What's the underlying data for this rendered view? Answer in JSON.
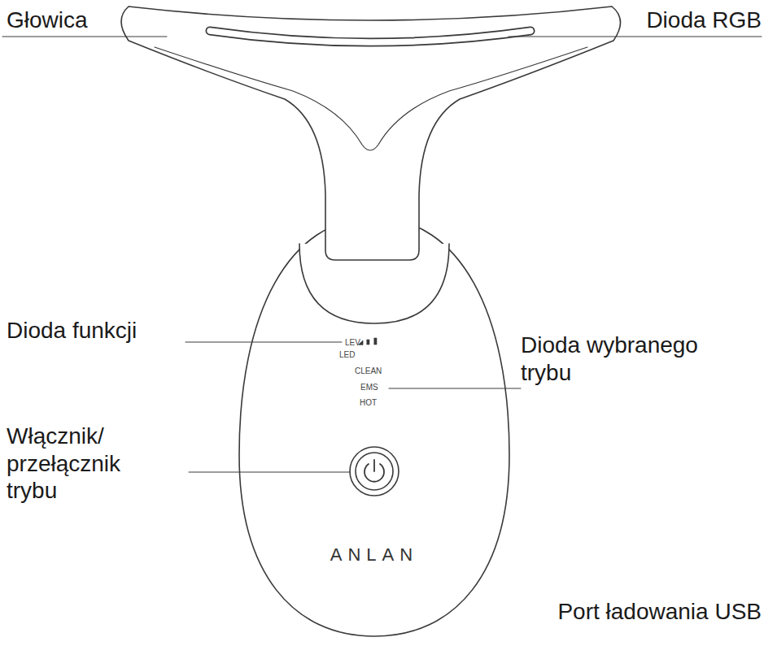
{
  "diagram": {
    "labels": [
      "Głowica",
      "Dioda RGB",
      "Dioda funkcji",
      "LEV",
      "LED",
      "CLEAN",
      "EMS",
      "HOT",
      "Dioda wybranego trybu",
      "Włącznik/ przełącznik trybu",
      "ANLAN",
      "Port ładowania USB"
    ]
  }
}
